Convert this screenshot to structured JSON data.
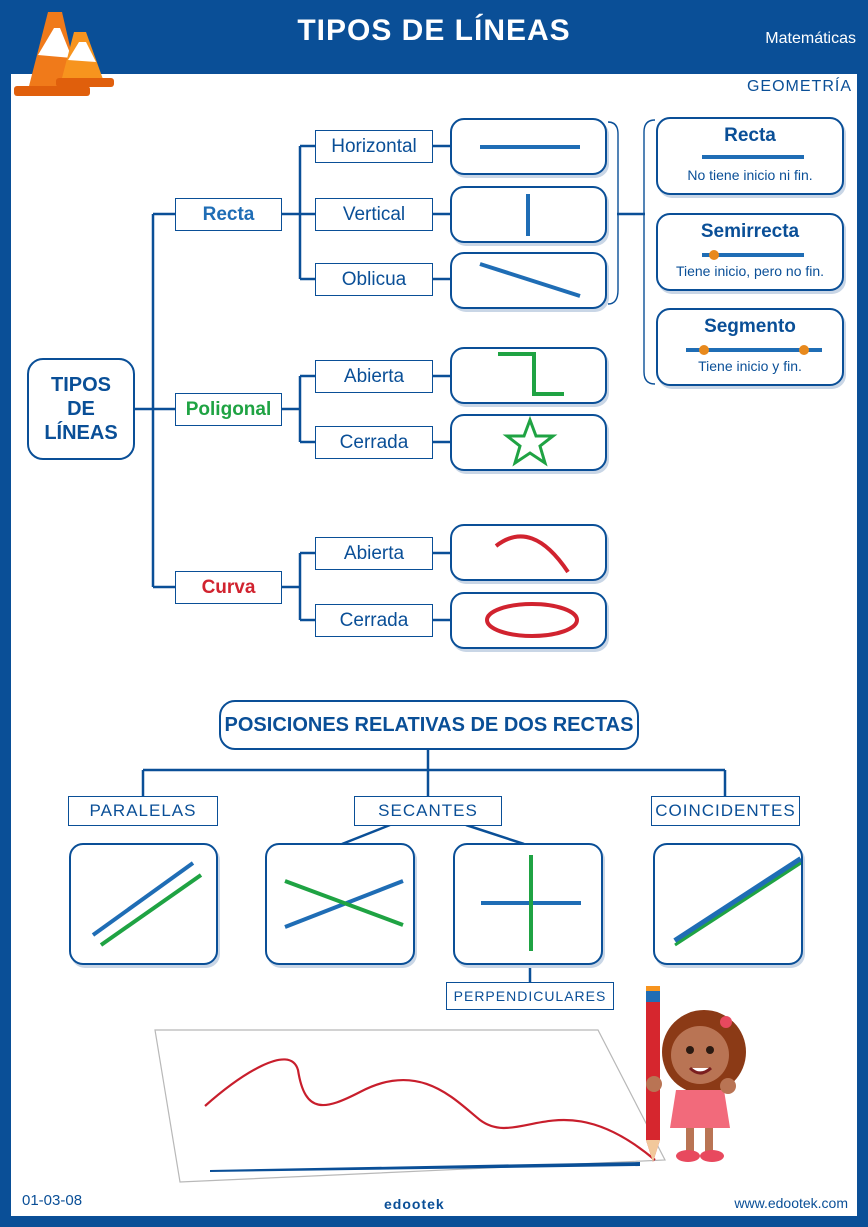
{
  "header": {
    "title": "TIPOS DE LÍNEAS",
    "subject": "Matemáticas",
    "section": "GEOMETRÍA"
  },
  "tree": {
    "root": "TIPOS DE LÍNEAS",
    "recta": {
      "label": "Recta",
      "children": [
        "Horizontal",
        "Vertical",
        "Oblicua"
      ]
    },
    "poligonal": {
      "label": "Poligonal",
      "children": [
        "Abierta",
        "Cerrada"
      ]
    },
    "curva": {
      "label": "Curva",
      "children": [
        "Abierta",
        "Cerrada"
      ]
    }
  },
  "definitions": [
    {
      "title": "Recta",
      "text": "No tiene inicio ni fin."
    },
    {
      "title": "Semirrecta",
      "text": "Tiene inicio, pero no fin."
    },
    {
      "title": "Segmento",
      "text": "Tiene inicio y fin."
    }
  ],
  "positions": {
    "title": "POSICIONES RELATIVAS DE DOS RECTAS",
    "paralelas": "PARALELAS",
    "secantes": "SECANTES",
    "coincidentes": "COINCIDENTES",
    "perpendiculares": "PERPENDICULARES"
  },
  "footer": {
    "code": "01-03-08",
    "brand": "edootek",
    "url": "www.edootek.com"
  },
  "colors": {
    "navy": "#0a4f97",
    "line_blue": "#1f6db5",
    "green": "#1fa343",
    "red": "#d1232f",
    "orange": "#e8891c"
  }
}
